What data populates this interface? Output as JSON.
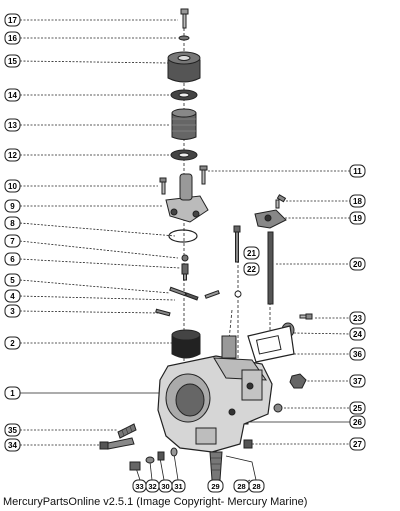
{
  "diagram": {
    "callouts": [
      {
        "id": "callout-17",
        "label": "17"
      },
      {
        "id": "callout-16",
        "label": "16"
      },
      {
        "id": "callout-15",
        "label": "15"
      },
      {
        "id": "callout-14",
        "label": "14"
      },
      {
        "id": "callout-13",
        "label": "13"
      },
      {
        "id": "callout-12",
        "label": "12"
      },
      {
        "id": "callout-11",
        "label": "11"
      },
      {
        "id": "callout-10",
        "label": "10"
      },
      {
        "id": "callout-9",
        "label": "9"
      },
      {
        "id": "callout-8",
        "label": "8"
      },
      {
        "id": "callout-7",
        "label": "7"
      },
      {
        "id": "callout-6",
        "label": "6"
      },
      {
        "id": "callout-5",
        "label": "5"
      },
      {
        "id": "callout-4",
        "label": "4"
      },
      {
        "id": "callout-3",
        "label": "3"
      },
      {
        "id": "callout-2",
        "label": "2"
      },
      {
        "id": "callout-1",
        "label": "1"
      },
      {
        "id": "callout-35",
        "label": "35"
      },
      {
        "id": "callout-34",
        "label": "34"
      },
      {
        "id": "callout-18",
        "label": "18"
      },
      {
        "id": "callout-19",
        "label": "19"
      },
      {
        "id": "callout-21",
        "label": "21"
      },
      {
        "id": "callout-22",
        "label": "22"
      },
      {
        "id": "callout-20",
        "label": "20"
      },
      {
        "id": "callout-23",
        "label": "23"
      },
      {
        "id": "callout-24",
        "label": "24"
      },
      {
        "id": "callout-36",
        "label": "36"
      },
      {
        "id": "callout-37",
        "label": "37"
      },
      {
        "id": "callout-25",
        "label": "25"
      },
      {
        "id": "callout-26",
        "label": "26"
      },
      {
        "id": "callout-27",
        "label": "27"
      },
      {
        "id": "callout-33",
        "label": "33"
      },
      {
        "id": "callout-32",
        "label": "32"
      },
      {
        "id": "callout-30",
        "label": "30"
      },
      {
        "id": "callout-31",
        "label": "31"
      },
      {
        "id": "callout-29",
        "label": "29"
      },
      {
        "id": "callout-28a",
        "label": "28"
      },
      {
        "id": "callout-28b",
        "label": "28"
      }
    ]
  },
  "footer": {
    "text": "MercuryPartsOnline v2.5.1 (Image Copyright- Mercury Marine)"
  }
}
